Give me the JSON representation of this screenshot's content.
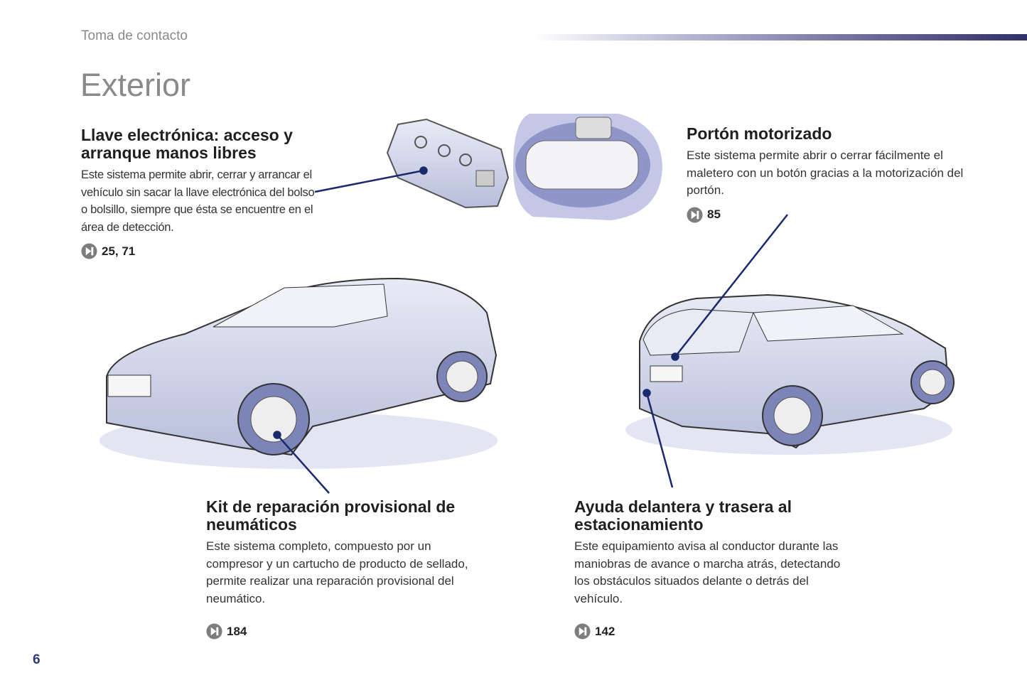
{
  "header": {
    "section": "Toma de contacto",
    "title": "Exterior",
    "page_number": "6"
  },
  "sections": [
    {
      "title": "Llave electrónica: acceso y arranque manos libres",
      "text": "Este sistema permite abrir, cerrar y arrancar el vehículo sin sacar la llave electrónica del bolso o bolsillo, siempre que ésta se encuentre en el área de detección.",
      "ref": "25, 71"
    },
    {
      "title": "Portón motorizado",
      "text": "Este sistema permite abrir o cerrar fácilmente el maletero con un botón gracias a la motorización del portón.",
      "ref": "85"
    },
    {
      "title": "Kit de reparación provisional de neumáticos",
      "text": "Este sistema completo, compuesto por un compresor y un cartucho de producto de sellado, permite realizar una reparación provisional del neumático.",
      "ref": "184"
    },
    {
      "title": "Ayuda delantera y trasera al estacionamiento",
      "text": "Este equipamiento avisa al conductor durante las maniobras de avance o marcha atrás, detectando los obstáculos situados delante o detrás del vehículo.",
      "ref": "142"
    }
  ],
  "colors": {
    "accent": "#2f3069",
    "callout": "#1a2a6c",
    "icon": "#7d7d7d"
  }
}
